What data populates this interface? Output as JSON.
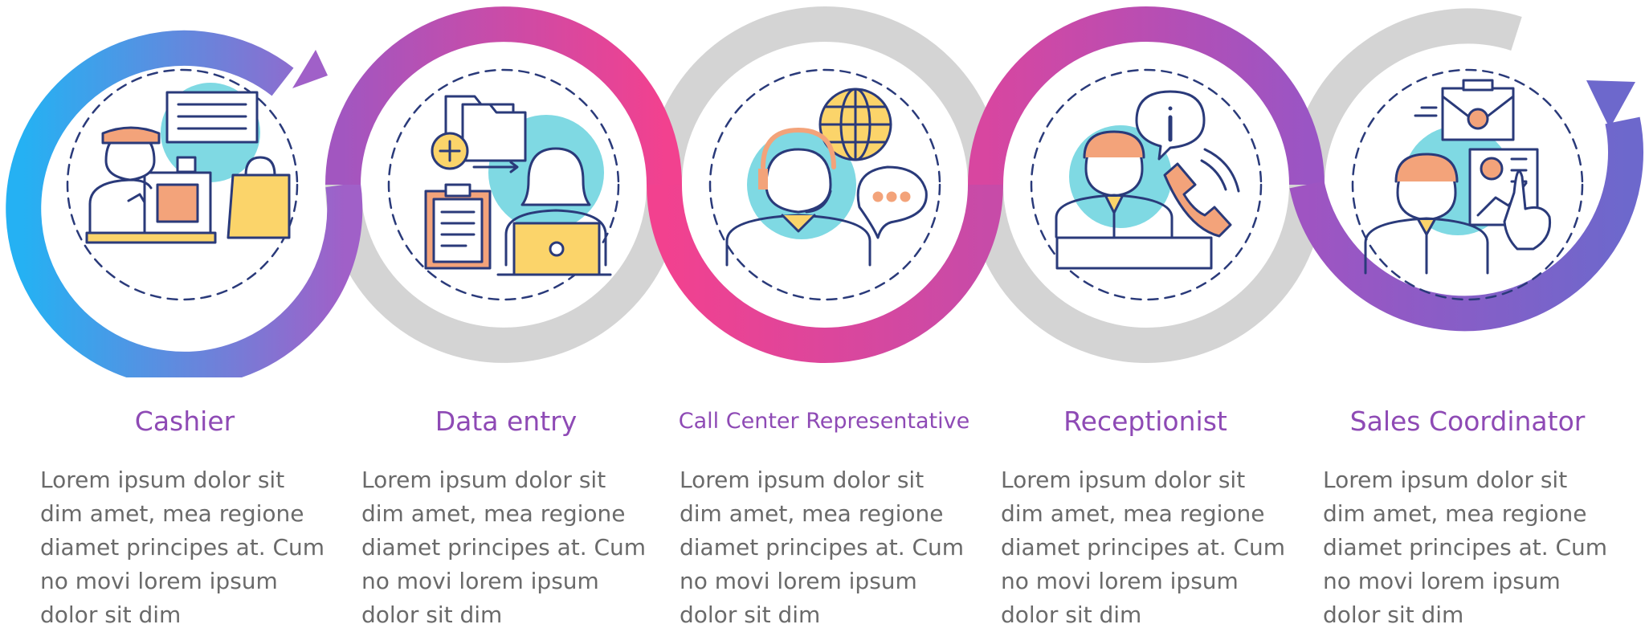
{
  "steps": [
    {
      "title": "Cashier",
      "body": "Lorem ipsum dolor sit dim amet, mea regione diamet principes at. Cum no movi lorem ipsum dolor sit dim",
      "icon": "cashier-icon"
    },
    {
      "title": "Data entry",
      "body": "Lorem ipsum dolor sit dim amet, mea regione diamet principes at. Cum no movi lorem ipsum dolor sit dim",
      "icon": "data-entry-icon"
    },
    {
      "title": "Call Center Representative",
      "body": "Lorem ipsum dolor sit dim amet, mea regione diamet principes at. Cum no movi lorem ipsum dolor sit dim",
      "icon": "call-center-icon"
    },
    {
      "title": "Receptionist",
      "body": "Lorem ipsum dolor sit dim amet, mea regione diamet principes at. Cum no movi lorem ipsum dolor sit dim",
      "icon": "receptionist-icon"
    },
    {
      "title": "Sales Coordinator",
      "body": "Lorem ipsum dolor sit dim amet, mea regione diamet principes at. Cum no movi lorem ipsum dolor sit dim",
      "icon": "sales-coordinator-icon"
    }
  ],
  "colors": {
    "gradient_start": "#25b1f3",
    "gradient_mid": "#f2418f",
    "gradient_end": "#7b61c9",
    "ring_gray": "#d4d4d4",
    "accent_cyan": "#7fd9e3",
    "accent_yellow": "#fbd46a",
    "accent_orange": "#f3a37a",
    "line_navy": "#2a3a7a",
    "title_purple": "#8e4ab5",
    "body_gray": "#6a6a6a"
  }
}
